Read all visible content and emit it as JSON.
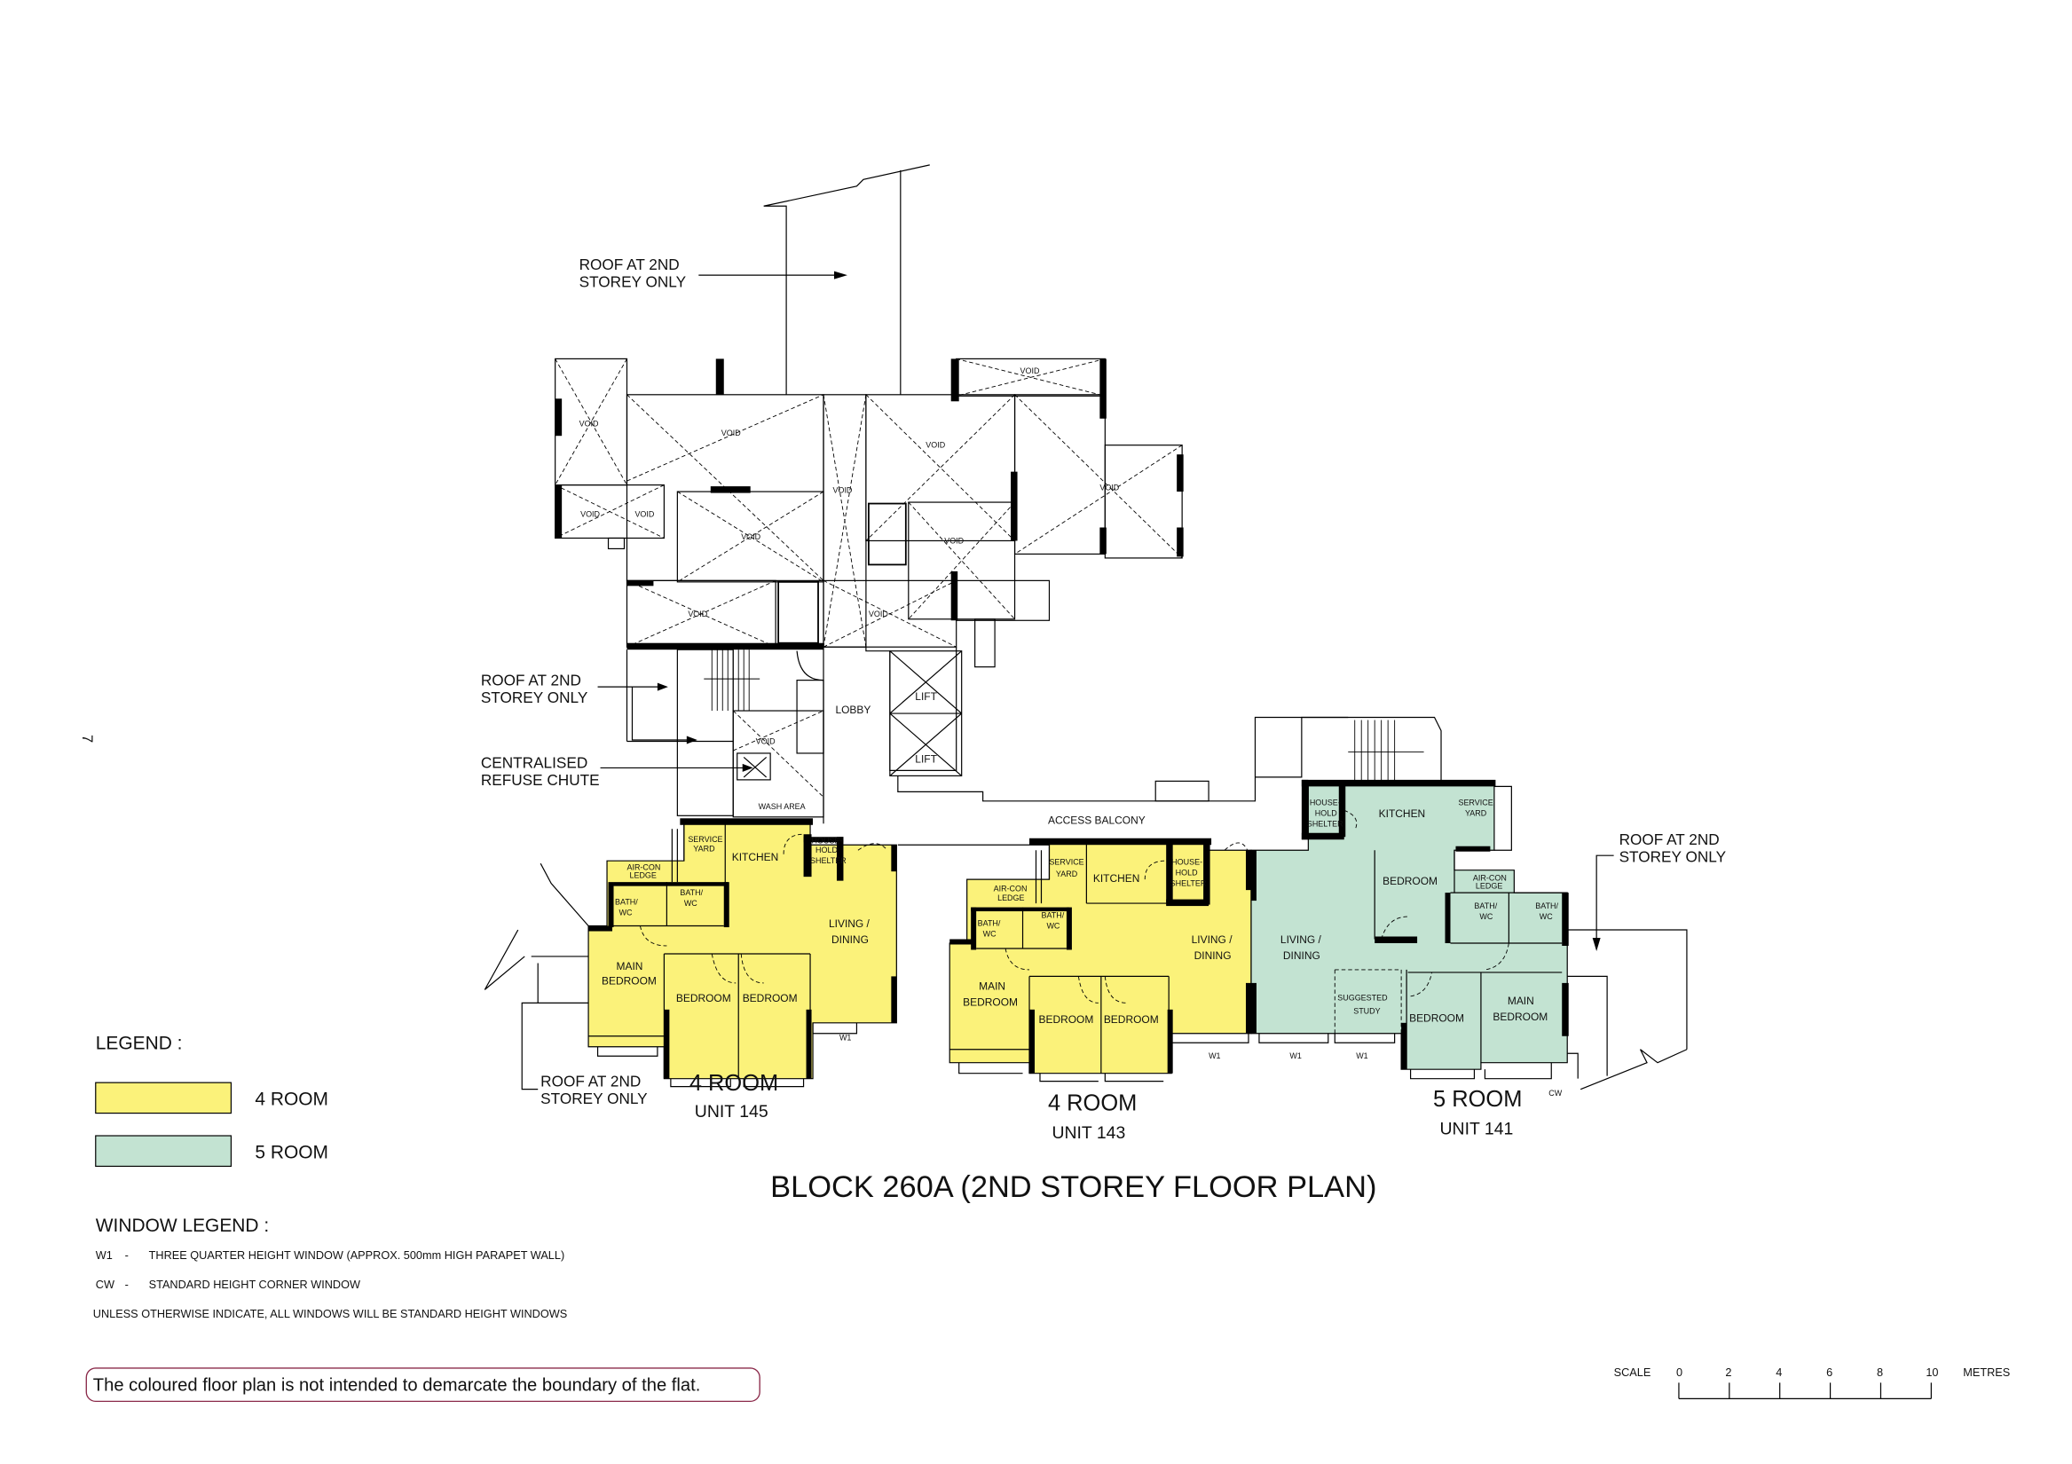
{
  "page_number": "7",
  "title": "BLOCK 260A (2ND STOREY FLOOR PLAN)",
  "colors": {
    "four_room": "#fbf27a",
    "five_room": "#c3e3d2",
    "disclaimer_border": "#8b2a4a"
  },
  "annotations": {
    "roof_top": [
      "ROOF AT 2ND",
      "STOREY ONLY"
    ],
    "roof_left": [
      "ROOF AT 2ND",
      "STOREY ONLY"
    ],
    "refuse_chute": [
      "CENTRALISED",
      "REFUSE CHUTE"
    ],
    "roof_bottom": [
      "ROOF AT 2ND",
      "STOREY ONLY"
    ],
    "roof_right": [
      "ROOF AT 2ND",
      "STOREY ONLY"
    ]
  },
  "common": {
    "void_label": "VOID",
    "lobby": "LOBBY",
    "lift": "LIFT",
    "wash_area": "WASH AREA",
    "access_balcony": "ACCESS BALCONY"
  },
  "units": [
    {
      "type": "4 ROOM",
      "unit": "UNIT 145",
      "rooms": {
        "aircon": [
          "AIR-CON",
          "LEDGE"
        ],
        "service_yard": [
          "SERVICE",
          "YARD"
        ],
        "kitchen": "KITCHEN",
        "shelter": [
          "HOUSE-",
          "HOLD",
          "SHELTER"
        ],
        "bath": [
          "BATH/",
          "WC"
        ],
        "living": [
          "LIVING /",
          "DINING"
        ],
        "main_bedroom": [
          "MAIN",
          "BEDROOM"
        ],
        "bedroom": "BEDROOM",
        "window": "W1"
      }
    },
    {
      "type": "4 ROOM",
      "unit": "UNIT 143",
      "rooms": {
        "aircon": [
          "AIR-CON",
          "LEDGE"
        ],
        "service_yard": [
          "SERVICE",
          "YARD"
        ],
        "kitchen": "KITCHEN",
        "shelter": [
          "HOUSE-",
          "HOLD",
          "SHELTER"
        ],
        "bath": [
          "BATH/",
          "WC"
        ],
        "living": [
          "LIVING /",
          "DINING"
        ],
        "main_bedroom": [
          "MAIN",
          "BEDROOM"
        ],
        "bedroom": "BEDROOM",
        "window": "W1"
      }
    },
    {
      "type": "5 ROOM",
      "unit": "UNIT 141",
      "rooms": {
        "aircon": [
          "AIR-CON",
          "LEDGE"
        ],
        "service_yard": [
          "SERVICE",
          "YARD"
        ],
        "kitchen": "KITCHEN",
        "shelter": [
          "HOUSE-",
          "HOLD",
          "SHELTER"
        ],
        "bath": [
          "BATH/",
          "WC"
        ],
        "living": [
          "LIVING /",
          "DINING"
        ],
        "main_bedroom": [
          "MAIN",
          "BEDROOM"
        ],
        "bedroom": "BEDROOM",
        "study": [
          "SUGGESTED",
          "STUDY"
        ],
        "window": "W1",
        "corner_window": "CW"
      }
    }
  ],
  "legend": {
    "title": "LEGEND :",
    "items": [
      {
        "label": "4 ROOM",
        "color": "#fbf27a"
      },
      {
        "label": "5 ROOM",
        "color": "#c3e3d2"
      }
    ]
  },
  "window_legend": {
    "title": "WINDOW LEGEND :",
    "items": [
      {
        "code": "W1",
        "sep": "-",
        "desc": "THREE QUARTER HEIGHT WINDOW (APPROX. 500mm HIGH PARAPET WALL)"
      },
      {
        "code": "CW",
        "sep": "-",
        "desc": "STANDARD HEIGHT CORNER WINDOW"
      }
    ],
    "note": "UNLESS OTHERWISE INDICATE, ALL WINDOWS WILL BE STANDARD HEIGHT WINDOWS"
  },
  "disclaimer": "The coloured floor plan is not intended to demarcate the boundary of the flat.",
  "scale": {
    "label": "SCALE",
    "ticks": [
      "0",
      "2",
      "4",
      "6",
      "8",
      "10"
    ],
    "unit": "METRES"
  }
}
